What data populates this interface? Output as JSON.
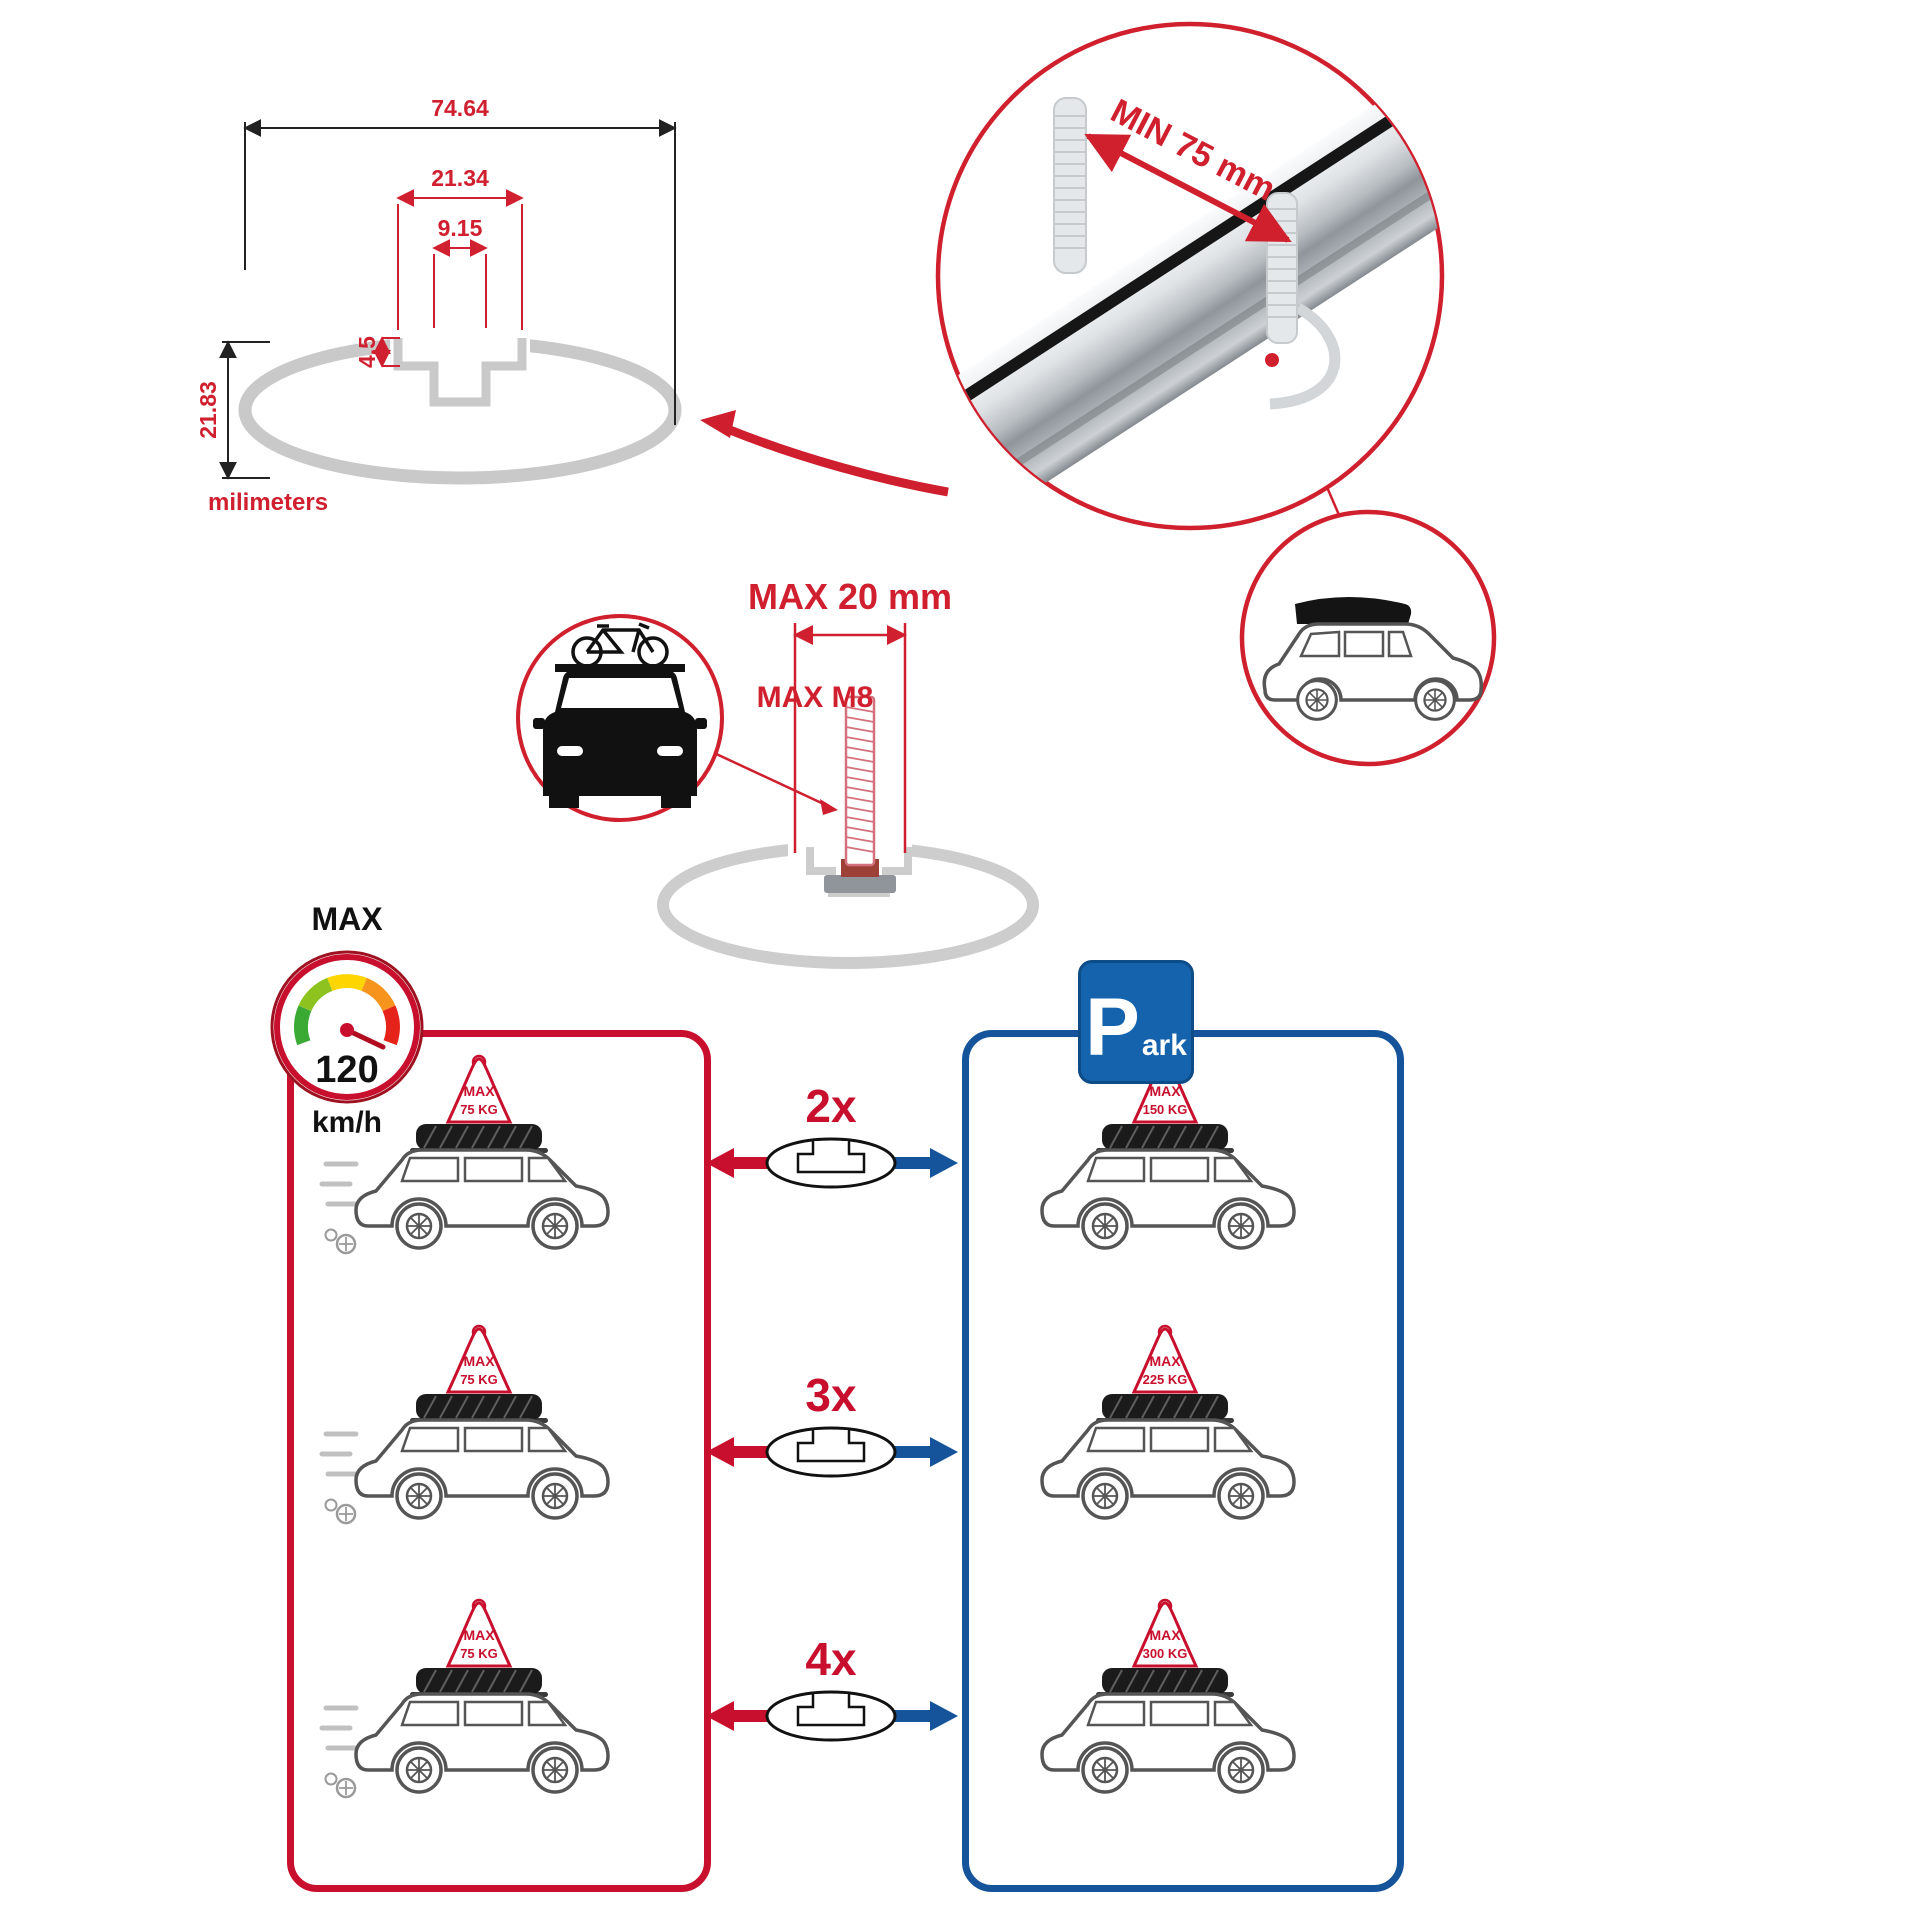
{
  "colors": {
    "red": "#c8102e",
    "blue": "#15549a",
    "profile_gray": "#c9c9c9",
    "dark": "#1a1a1a"
  },
  "dimension_drawing": {
    "total_width": "74.64",
    "mid_width": "21.34",
    "slot_width": "9.15",
    "lip_depth": "4.5",
    "total_height": "21.83",
    "unit_label": "milimeters"
  },
  "bar_detail": {
    "min_spacing_label": "MIN 75 mm"
  },
  "bolt_diagram": {
    "max_width_label": "MAX 20 mm",
    "max_thread_label": "MAX M8"
  },
  "speed_limit": {
    "title": "MAX",
    "value": "120",
    "unit": "km/h"
  },
  "parking_sign": {
    "letter": "P",
    "rest": "ark"
  },
  "left_panel": {
    "cars": [
      {
        "max": "MAX",
        "kg": "75 KG"
      },
      {
        "max": "MAX",
        "kg": "75 KG"
      },
      {
        "max": "MAX",
        "kg": "75 KG"
      }
    ]
  },
  "right_panel": {
    "cars": [
      {
        "max": "MAX",
        "kg": "150 KG"
      },
      {
        "max": "MAX",
        "kg": "225 KG"
      },
      {
        "max": "MAX",
        "kg": "300 KG"
      }
    ]
  },
  "multipliers": [
    "2x",
    "3x",
    "4x"
  ]
}
